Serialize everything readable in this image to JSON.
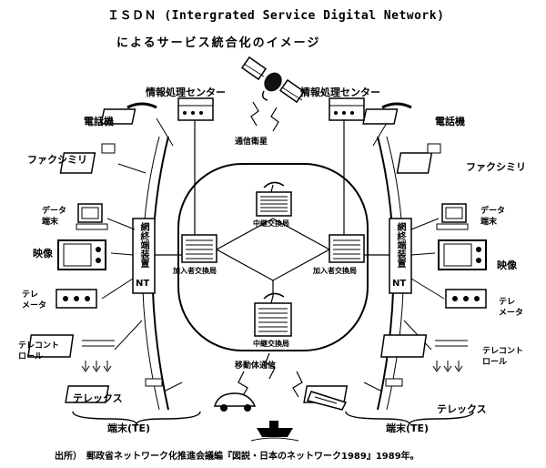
{
  "title": "ＩＳＤＮ (Intergrated Service Digital Network)",
  "subtitle": "によるサービス統合化のイメージ",
  "satellite_label": "通信衛星",
  "info_center_left": "情報処理センター",
  "info_center_right": "情報処理センター",
  "left_devices": {
    "phone": "電話機",
    "fax": "ファクシミリ",
    "data_terminal": "データ\n端末",
    "video": "映像",
    "telemeter": "テレ\nメータ",
    "telecontrol": "テレコント\nロール",
    "telex": "テレックス"
  },
  "right_devices": {
    "phone": "電話機",
    "fax": "ファクシミリ",
    "data_terminal": "データ\n端末",
    "video": "映像",
    "telemeter": "テレ\nメータ",
    "telecontrol": "テレコント\nロール",
    "telex": "テレックス"
  },
  "nt_left": "網終端装置",
  "nt_right": "網終端装置",
  "nt_label": "NT",
  "local_exchange_left": "加入者交換局",
  "local_exchange_right": "加入者交換局",
  "relay_exchange_top": "中継交換局",
  "relay_exchange_bottom": "中継交換局",
  "mobile_comm": "移動体通信",
  "terminal_left": "端末(TE)",
  "terminal_right": "端末(TE)",
  "source": "出所）　郵政省ネットワーク化推進会議編『図説・日本のネットワーク1989』1989年。"
}
